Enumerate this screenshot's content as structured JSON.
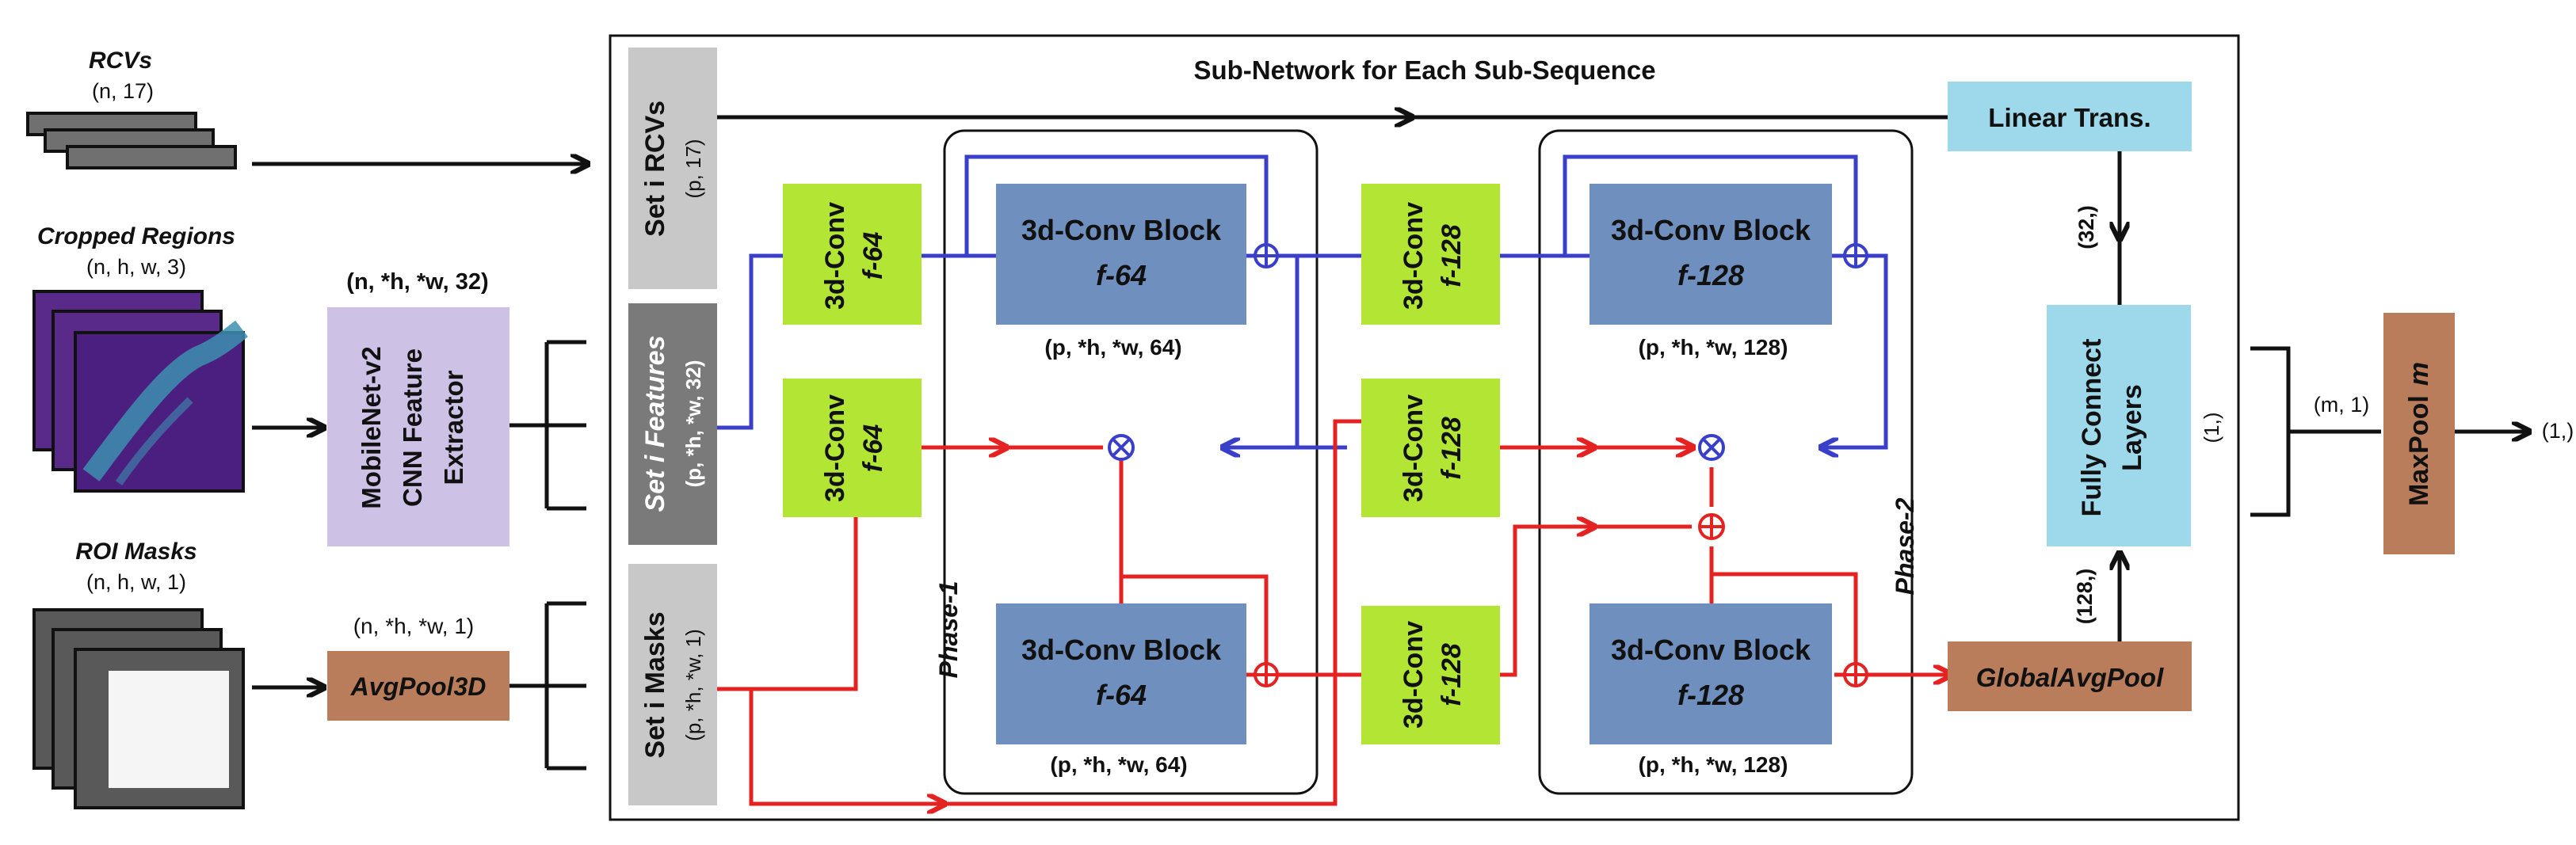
{
  "inputs": {
    "rcvs": {
      "title": "RCVs",
      "shape": "(n, 17)"
    },
    "cropped": {
      "title": "Cropped Regions",
      "shape": "(n, h, w, 3)"
    },
    "masks": {
      "title": "ROI Masks",
      "shape": "(n, h, w, 1)"
    }
  },
  "extractor": {
    "shape": "(n, *h, *w, 32)",
    "line1": "MobileNet-v2",
    "line2": "CNN Feature",
    "line3": "Extractor"
  },
  "avgpool": {
    "shape": "(n, *h, *w, 1)",
    "label": "AvgPool3D"
  },
  "subnet": {
    "title": "Sub-Network for Each Sub-Sequence",
    "set_rcvs": {
      "label": "Set i RCVs",
      "shape": "(p, 17)"
    },
    "set_features": {
      "label": "Set i Features",
      "shape": "(p, *h, *w, 32)"
    },
    "set_masks": {
      "label": "Set i Masks",
      "shape": "(p, *h, *w, 1)"
    },
    "phase1": "Phase-1",
    "phase2": "Phase-2",
    "conv_label": "3d-Conv",
    "f64": "f-64",
    "f128": "f-128",
    "block_label": "3d-Conv Block",
    "shape_64": "(p, *h, *w, 64)",
    "shape_128": "(p, *h, *w, 128)",
    "linear": "Linear Trans.",
    "fc_line1": "Fully Connect",
    "fc_line2": "Layers",
    "fc_out": "(1,)",
    "gap": "GlobalAvgPool",
    "shape_32": "(32,)",
    "shape_128v": "(128,)"
  },
  "maxpool": {
    "label": "MaxPool",
    "var": "m",
    "in_shape": "(m, 1)",
    "out_shape": "(1,)"
  },
  "colors": {
    "green": "#b3e535",
    "blue_block": "#6f8fbf",
    "light_blue": "#9dd9ea",
    "brown": "#b97d5b",
    "lavender": "#cdc1e6",
    "gray_light": "#c8c8c8",
    "gray_dark": "#7a7a7a",
    "blue_line": "#3a3fc9",
    "red_line": "#e52222"
  }
}
